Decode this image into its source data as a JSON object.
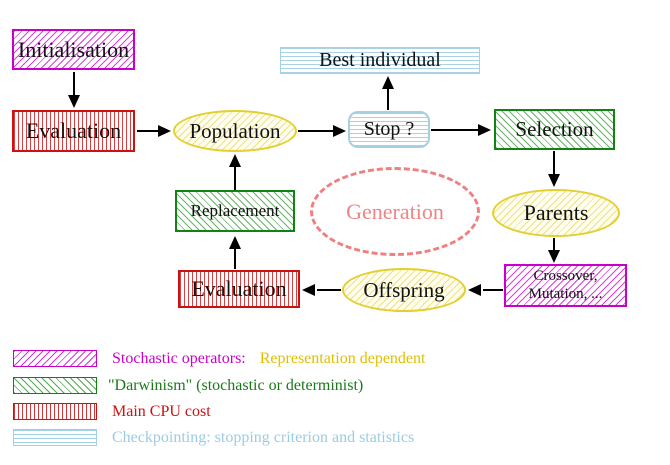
{
  "diagram": {
    "nodes": {
      "initialisation": {
        "label": "Initialisation"
      },
      "evaluation_top": {
        "label": "Evaluation"
      },
      "population": {
        "label": "Population"
      },
      "best_individual": {
        "label": "Best individual"
      },
      "stop": {
        "label": "Stop ?"
      },
      "selection": {
        "label": "Selection"
      },
      "parents": {
        "label": "Parents"
      },
      "replacement": {
        "label": "Replacement"
      },
      "generation": {
        "label": "Generation"
      },
      "offspring": {
        "label": "Offspring"
      },
      "crossover": {
        "label_line1": "Crossover,",
        "label_line2": "Mutation, ..."
      },
      "evaluation_bottom": {
        "label": "Evaluation"
      }
    },
    "legend": {
      "rows": [
        {
          "label": "Stochastic operators:",
          "label2": "Representation dependent"
        },
        {
          "label": "\"Darwinism\" (stochastic or determinist)"
        },
        {
          "label": "Main CPU cost"
        },
        {
          "label": "Checkpointing: stopping criterion and statistics"
        }
      ]
    },
    "colors": {
      "magenta": "#CC00CC",
      "green": "#1A7A1A",
      "red": "#CC1111",
      "light_blue": "#A5CFE3",
      "yellow": "#E3CF2E",
      "gold_text": "#E3BE00",
      "salmon": "#F08080",
      "arrow_black": "#000000"
    }
  }
}
